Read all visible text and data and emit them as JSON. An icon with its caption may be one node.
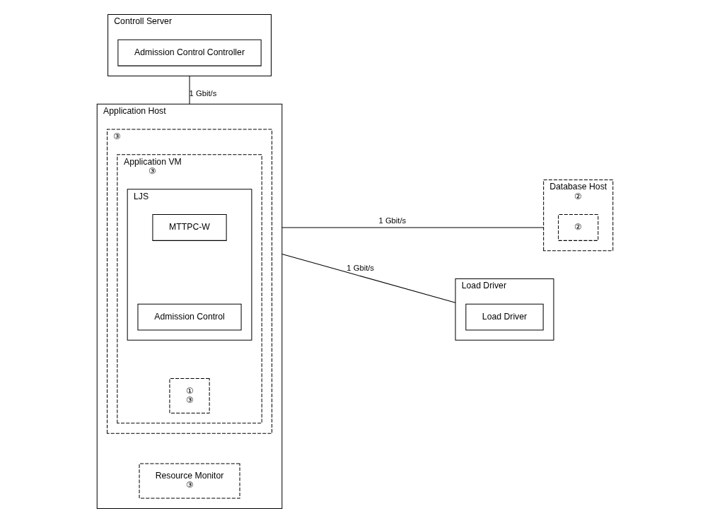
{
  "diagram": {
    "nodes": [
      {
        "text": [
          "Controll Server"
        ]
      },
      {
        "text": [
          "Admission Control Controller"
        ],
        "in": 0
      },
      {
        "text": [
          "Application Host"
        ]
      },
      {
        "text": [
          "③"
        ],
        "in": 2
      },
      {
        "text": [
          "Application VM",
          "③"
        ],
        "in": 3
      },
      {
        "text": [
          "LJS"
        ],
        "in": 4
      },
      {
        "text": [
          "MTTPC-W"
        ],
        "in": 5
      },
      {
        "text": [
          "Admission Control"
        ],
        "in": 5
      },
      {
        "text": [
          "①",
          "③"
        ],
        "in": 4
      },
      {
        "text": [
          "Resource Monitor",
          "③"
        ],
        "in": 2
      },
      {
        "text": [
          "Database Host",
          "②"
        ]
      },
      {
        "text": [
          "②"
        ],
        "in": 10
      },
      {
        "text": [
          "Load Driver"
        ]
      },
      {
        "text": [
          "Load Driver"
        ],
        "in": 12
      }
    ],
    "edges": [
      {
        "from": 0,
        "to": 2,
        "arrow": "none",
        "label": "1 Gbit/s"
      },
      {
        "from": 2,
        "to": 10,
        "arrow": "none",
        "label": "1 Gbit/s"
      },
      {
        "from": 2,
        "to": 12,
        "arrow": "none",
        "label": "1 Gbit/s"
      }
    ]
  }
}
